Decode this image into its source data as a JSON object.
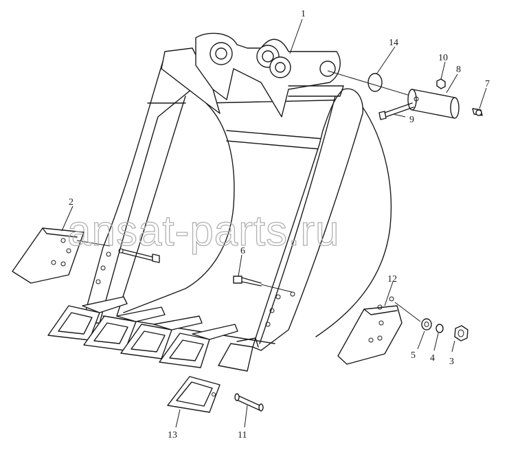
{
  "watermark": "ansat-parts.ru",
  "callouts": [
    "1",
    "2",
    "3",
    "4",
    "5",
    "6",
    "7",
    "8",
    "9",
    "10",
    "11",
    "12",
    "13",
    "14"
  ]
}
